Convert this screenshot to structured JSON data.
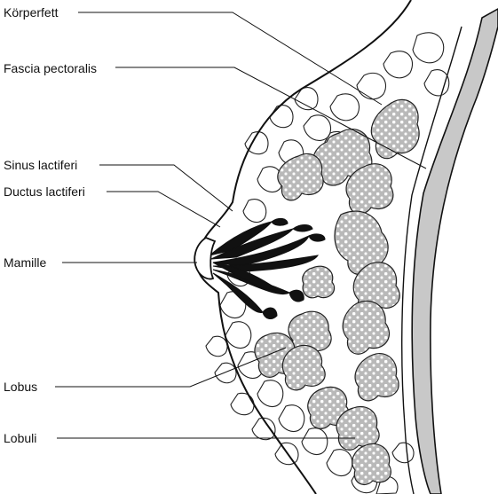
{
  "labels": [
    {
      "id": "koerperfett",
      "text": "Körperfett"
    },
    {
      "id": "fascia-pectoralis",
      "text": "Fascia pectoralis"
    },
    {
      "id": "sinus-lactiferi",
      "text": "Sinus lactiferi"
    },
    {
      "id": "ductus-lactiferi",
      "text": "Ductus lactiferi"
    },
    {
      "id": "mamille",
      "text": "Mamille"
    },
    {
      "id": "lobus",
      "text": "Lobus"
    },
    {
      "id": "lobuli",
      "text": "Lobuli"
    }
  ],
  "colors": {
    "outline": "#111111",
    "tissue_fill": "#bdbdbd",
    "fascia_fill": "#c8c8c8",
    "duct_fill": "#111111",
    "background": "#ffffff"
  }
}
